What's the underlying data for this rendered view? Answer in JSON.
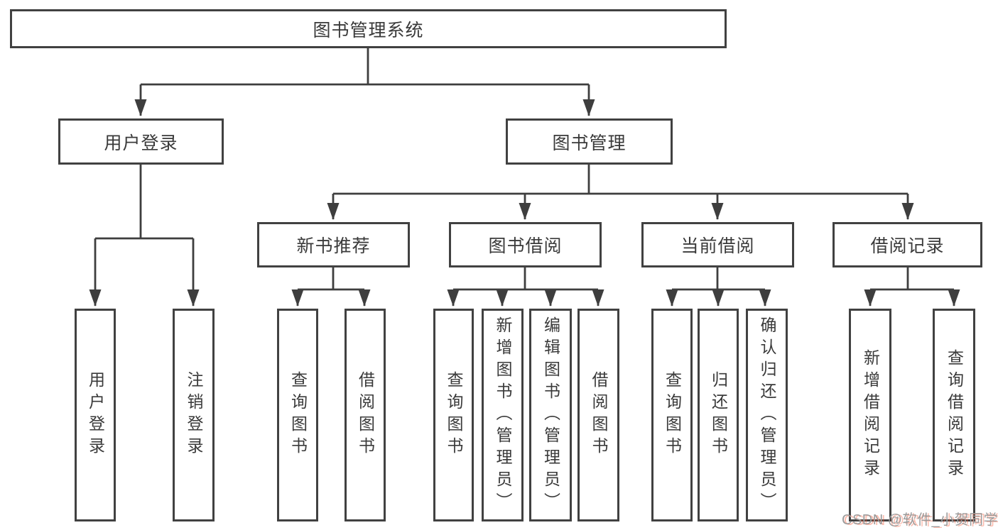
{
  "diagram": {
    "root": "图书管理系统",
    "level2": [
      {
        "label": "用户登录"
      },
      {
        "label": "图书管理"
      }
    ],
    "level3": [
      {
        "label": "新书推荐"
      },
      {
        "label": "图书借阅"
      },
      {
        "label": "当前借阅"
      },
      {
        "label": "借阅记录"
      }
    ],
    "leaves": {
      "user_login": [
        "用户登录",
        "注销登录"
      ],
      "new_books": [
        "查询图书",
        "借阅图书"
      ],
      "borrowing": [
        "查询图书",
        "新增图书（管理员）",
        "编辑图书（管理员）",
        "借阅图书"
      ],
      "current": [
        "查询图书",
        "归还图书",
        "确认归还（管理员）"
      ],
      "records": [
        "新增借阅记录",
        "查询借阅记录"
      ]
    }
  },
  "watermark": "CSDN @软件_小贺同学",
  "colors": {
    "line": "#3e3e3e",
    "box_border": "#414141",
    "text": "#3a3a3a",
    "watermark_gray": "#9b9b9b",
    "watermark_red": "#fc5531"
  }
}
